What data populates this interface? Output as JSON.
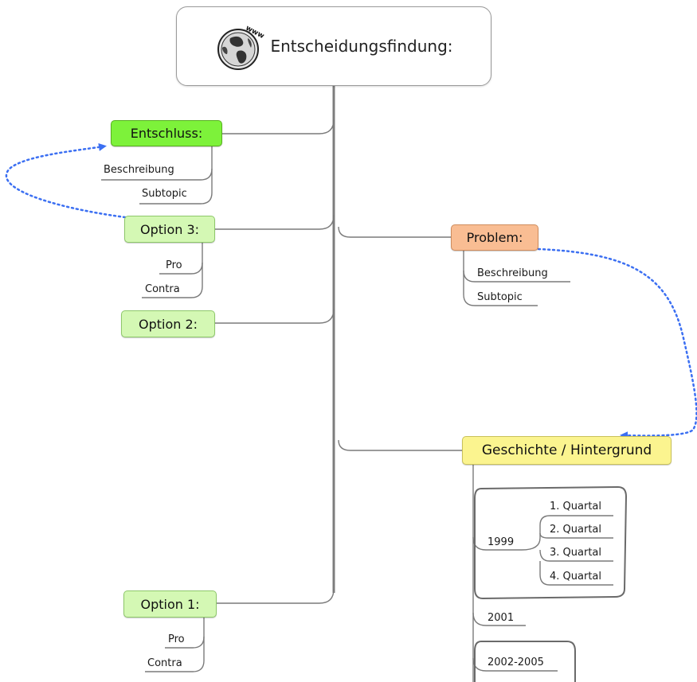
{
  "central": {
    "title": "Entscheidungsfindung:",
    "icon_label": "www",
    "icon": "globe-icon"
  },
  "topics": {
    "entschluss": {
      "label": "Entschluss:",
      "subtopics": [
        "Beschreibung",
        "Subtopic"
      ],
      "color": "#7df23a"
    },
    "option3": {
      "label": "Option 3:",
      "subtopics": [
        "Pro",
        "Contra"
      ],
      "color": "#d4f8b4"
    },
    "option2": {
      "label": "Option 2:",
      "color": "#d4f8b4"
    },
    "option1": {
      "label": "Option 1:",
      "subtopics": [
        "Pro",
        "Contra"
      ],
      "color": "#d4f8b4"
    },
    "problem": {
      "label": "Problem:",
      "subtopics": [
        "Beschreibung",
        "Subtopic"
      ],
      "color": "#f9bd93"
    },
    "geschichte": {
      "label": "Geschichte / Hintergrund",
      "color": "#fbf48f",
      "years": [
        {
          "label": "1999",
          "quarters": [
            "1. Quartal",
            "2. Quartal",
            "3. Quartal",
            "4. Quartal"
          ]
        },
        {
          "label": "2001"
        },
        {
          "label": "2002-2005"
        }
      ]
    }
  },
  "relationship_color": "#3b6ff2"
}
